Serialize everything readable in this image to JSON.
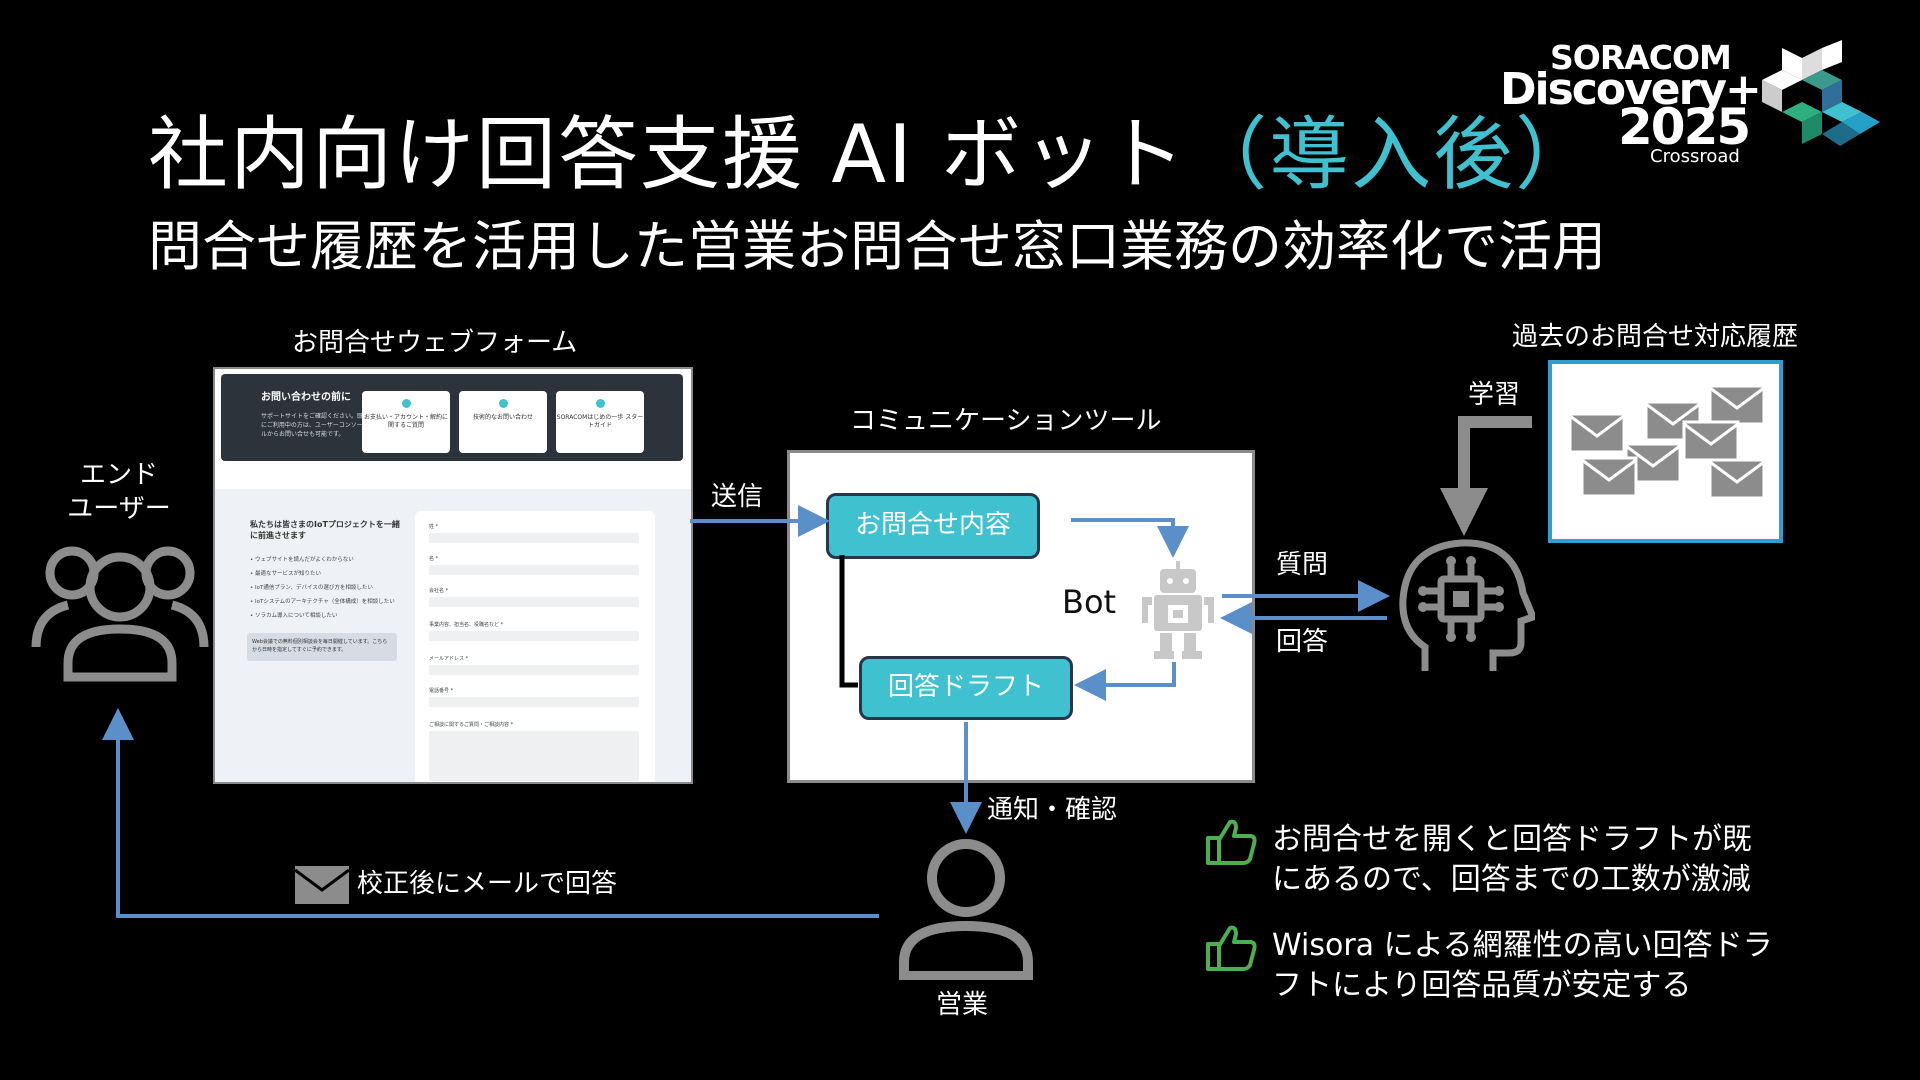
{
  "title": {
    "main": "社内向け回答支援 AI ボット",
    "accent": "（導入後）"
  },
  "subtitle": "問合せ履歴を活用した営業お問合せ窓口業務の効率化で活用",
  "logo": {
    "line1": "SORACOM",
    "line2": "Discovery+",
    "line3": "2025",
    "line4": "Crossroad"
  },
  "web_form": {
    "label": "お問合せウェブフォーム",
    "hero_title": "お問い合わせの前に",
    "hero_desc": "サポートサイトをご確認ください。既にご利用中の方は、ユーザーコンソールからお問い合せも可能です。",
    "cards": [
      "お支払い・アカウント・解約に関するご質問",
      "技術的なお問い合わせ",
      "SORACOMはじめの一歩 スタートガイド"
    ],
    "left_heading": "私たちは皆さまのIoTプロジェクトを一緒に前進させます",
    "left_items": [
      "ウェブサイトを読んだがよくわからない",
      "最適なサービスが知りたい",
      "IoT通信プラン、デバイスの選び方を相談したい",
      "IoTシステムのアーキテクチャ（全体構成）を相談したい",
      "ソラカム導入について相談したい"
    ],
    "left_note": "Web会議での無料個別相談会を毎日開催しています。こちらから日時を指定してすぐに予約できます。",
    "fields": [
      "姓 *",
      "名 *",
      "会社名 *",
      "事業内容、担当名、役職名など *",
      "メールアドレス *",
      "電話番号 *",
      "ご相談に関するご質問・ご相談内容 *"
    ]
  },
  "end_user_label": [
    "エンド",
    "ユーザー"
  ],
  "send_label": "送信",
  "tool": {
    "label": "コミュニケーションツール",
    "inquiry": "お問合せ内容",
    "draft": "回答ドラフト",
    "bot": "Bot"
  },
  "question_label": "質問",
  "answer_label": "回答",
  "history_label": "過去のお問合せ対応履歴",
  "learn_label": "学習",
  "notify_label": "通知・確認",
  "reply_label": "校正後にメールで回答",
  "sales_label": "営業",
  "points": [
    {
      "lines": [
        "お問合せを開くと回答ドラフトが既",
        "にあるので、回答までの工数が激減"
      ]
    },
    {
      "lines": [
        "Wisora による網羅性の高い回答ドラ",
        "フトにより回答品質が安定する"
      ]
    }
  ],
  "colors": {
    "accent": "#3fc1d0",
    "arrow": "#5b8fc9",
    "thumb": "#4caf50",
    "icon_gray": "#8c8c8c"
  },
  "icons": [
    "users-icon",
    "robot-icon",
    "ai-head-icon",
    "envelope-icon",
    "person-icon",
    "thumbs-up-icon",
    "logo-mark"
  ]
}
